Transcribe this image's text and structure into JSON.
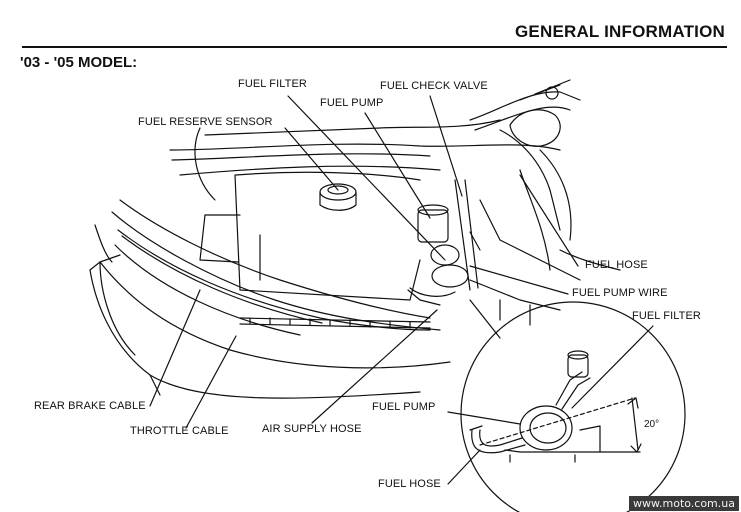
{
  "header": {
    "title": "GENERAL INFORMATION"
  },
  "model": {
    "title": "'03 - '05 MODEL:"
  },
  "labels": {
    "fuel_filter_top": "FUEL FILTER",
    "fuel_check_valve": "FUEL CHECK VALVE",
    "fuel_pump_top": "FUEL PUMP",
    "fuel_reserve_sensor": "FUEL RESERVE SENSOR",
    "fuel_hose_right": "FUEL HOSE",
    "fuel_pump_wire": "FUEL PUMP WIRE",
    "fuel_filter_inset": "FUEL FILTER",
    "fuel_pump_inset": "FUEL PUMP",
    "angle": "20°",
    "rear_brake_cable": "REAR BRAKE CABLE",
    "throttle_cable": "THROTTLE CABLE",
    "air_supply_hose": "AIR SUPPLY HOSE",
    "fuel_hose_inset": "FUEL HOSE"
  },
  "watermark": "www.moto.com.ua",
  "colors": {
    "ink": "#111111",
    "paper": "#ffffff"
  }
}
